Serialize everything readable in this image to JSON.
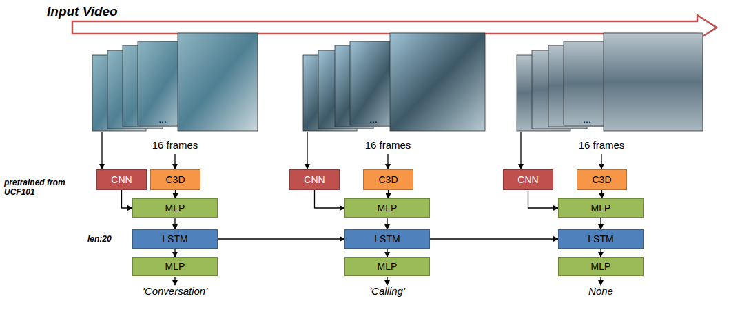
{
  "diagram": {
    "nodes": [
      {
        "text": [
          "CNN"
        ]
      },
      {
        "text": [
          "C3D"
        ]
      },
      {
        "text": [
          "MLP"
        ]
      },
      {
        "text": [
          "LSTM"
        ]
      },
      {
        "text": [
          "MLP"
        ]
      },
      {
        "text": [
          "CNN"
        ]
      },
      {
        "text": [
          "C3D"
        ]
      },
      {
        "text": [
          "MLP"
        ]
      },
      {
        "text": [
          "LSTM"
        ]
      },
      {
        "text": [
          "MLP"
        ]
      },
      {
        "text": [
          "CNN"
        ]
      },
      {
        "text": [
          "C3D"
        ]
      },
      {
        "text": [
          "MLP"
        ]
      },
      {
        "text": [
          "LSTM"
        ]
      },
      {
        "text": [
          "MLP"
        ]
      }
    ],
    "edges": [
      {
        "from": 0,
        "to": 2,
        "arrow": "to"
      },
      {
        "from": 1,
        "to": 2,
        "arrow": "to"
      },
      {
        "from": 2,
        "to": 3,
        "arrow": "to"
      },
      {
        "from": 3,
        "to": 4,
        "arrow": "to"
      },
      {
        "from": 5,
        "to": 7,
        "arrow": "to"
      },
      {
        "from": 6,
        "to": 7,
        "arrow": "to"
      },
      {
        "from": 7,
        "to": 8,
        "arrow": "to"
      },
      {
        "from": 8,
        "to": 9,
        "arrow": "to"
      },
      {
        "from": 10,
        "to": 12,
        "arrow": "to"
      },
      {
        "from": 11,
        "to": 12,
        "arrow": "to"
      },
      {
        "from": 12,
        "to": 13,
        "arrow": "to"
      },
      {
        "from": 13,
        "to": 14,
        "arrow": "to"
      },
      {
        "from": 3,
        "to": 8,
        "arrow": "to"
      },
      {
        "from": 8,
        "to": 13,
        "arrow": "to"
      }
    ],
    "labels": [
      "Input Video",
      "pretrained from UCF101",
      "len:20",
      "...",
      "16 frames",
      "'Conversation'",
      "...",
      "16 frames",
      "'Calling'",
      "...",
      "16 frames",
      "None"
    ]
  }
}
